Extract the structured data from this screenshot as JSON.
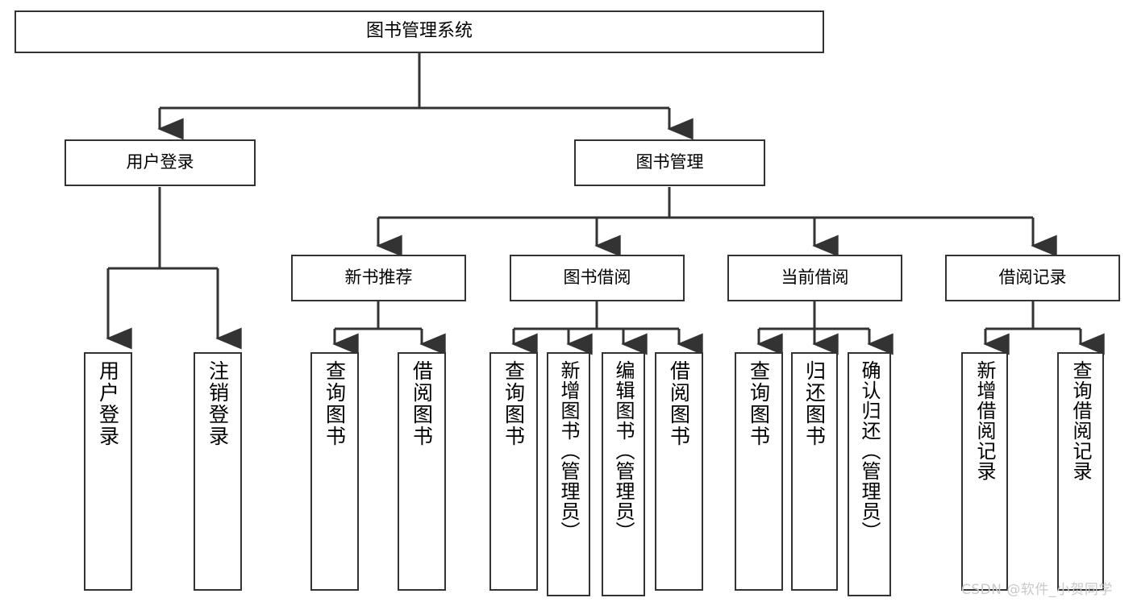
{
  "diagram": {
    "type": "tree-hierarchy",
    "title": "图书管理系统",
    "root": {
      "label": "图书管理系统"
    },
    "level2": [
      {
        "label": "用户登录"
      },
      {
        "label": "图书管理"
      }
    ],
    "level3": [
      {
        "label": "新书推荐"
      },
      {
        "label": "图书借阅"
      },
      {
        "label": "当前借阅"
      },
      {
        "label": "借阅记录"
      }
    ],
    "leaves": {
      "user_login": [
        {
          "label": "用户登录"
        },
        {
          "label": "注销登录"
        }
      ],
      "new_book_recommend": [
        {
          "label": "查询图书"
        },
        {
          "label": "借阅图书"
        }
      ],
      "book_borrow": [
        {
          "label": "查询图书"
        },
        {
          "label": "新增图书（管理员）"
        },
        {
          "label": "编辑图书（管理员）"
        },
        {
          "label": "借阅图书"
        }
      ],
      "current_borrow": [
        {
          "label": "查询图书"
        },
        {
          "label": "归还图书"
        },
        {
          "label": "确认归还（管理员）"
        }
      ],
      "borrow_record": [
        {
          "label": "新增借阅记录"
        },
        {
          "label": "查询借阅记录"
        }
      ]
    }
  },
  "watermark": {
    "text": "CSDN @软件_小贺同学"
  },
  "colors": {
    "stroke": "#333333",
    "box_fill": "#ffffff",
    "text": "#000000",
    "watermark": "#c9c9c9"
  }
}
